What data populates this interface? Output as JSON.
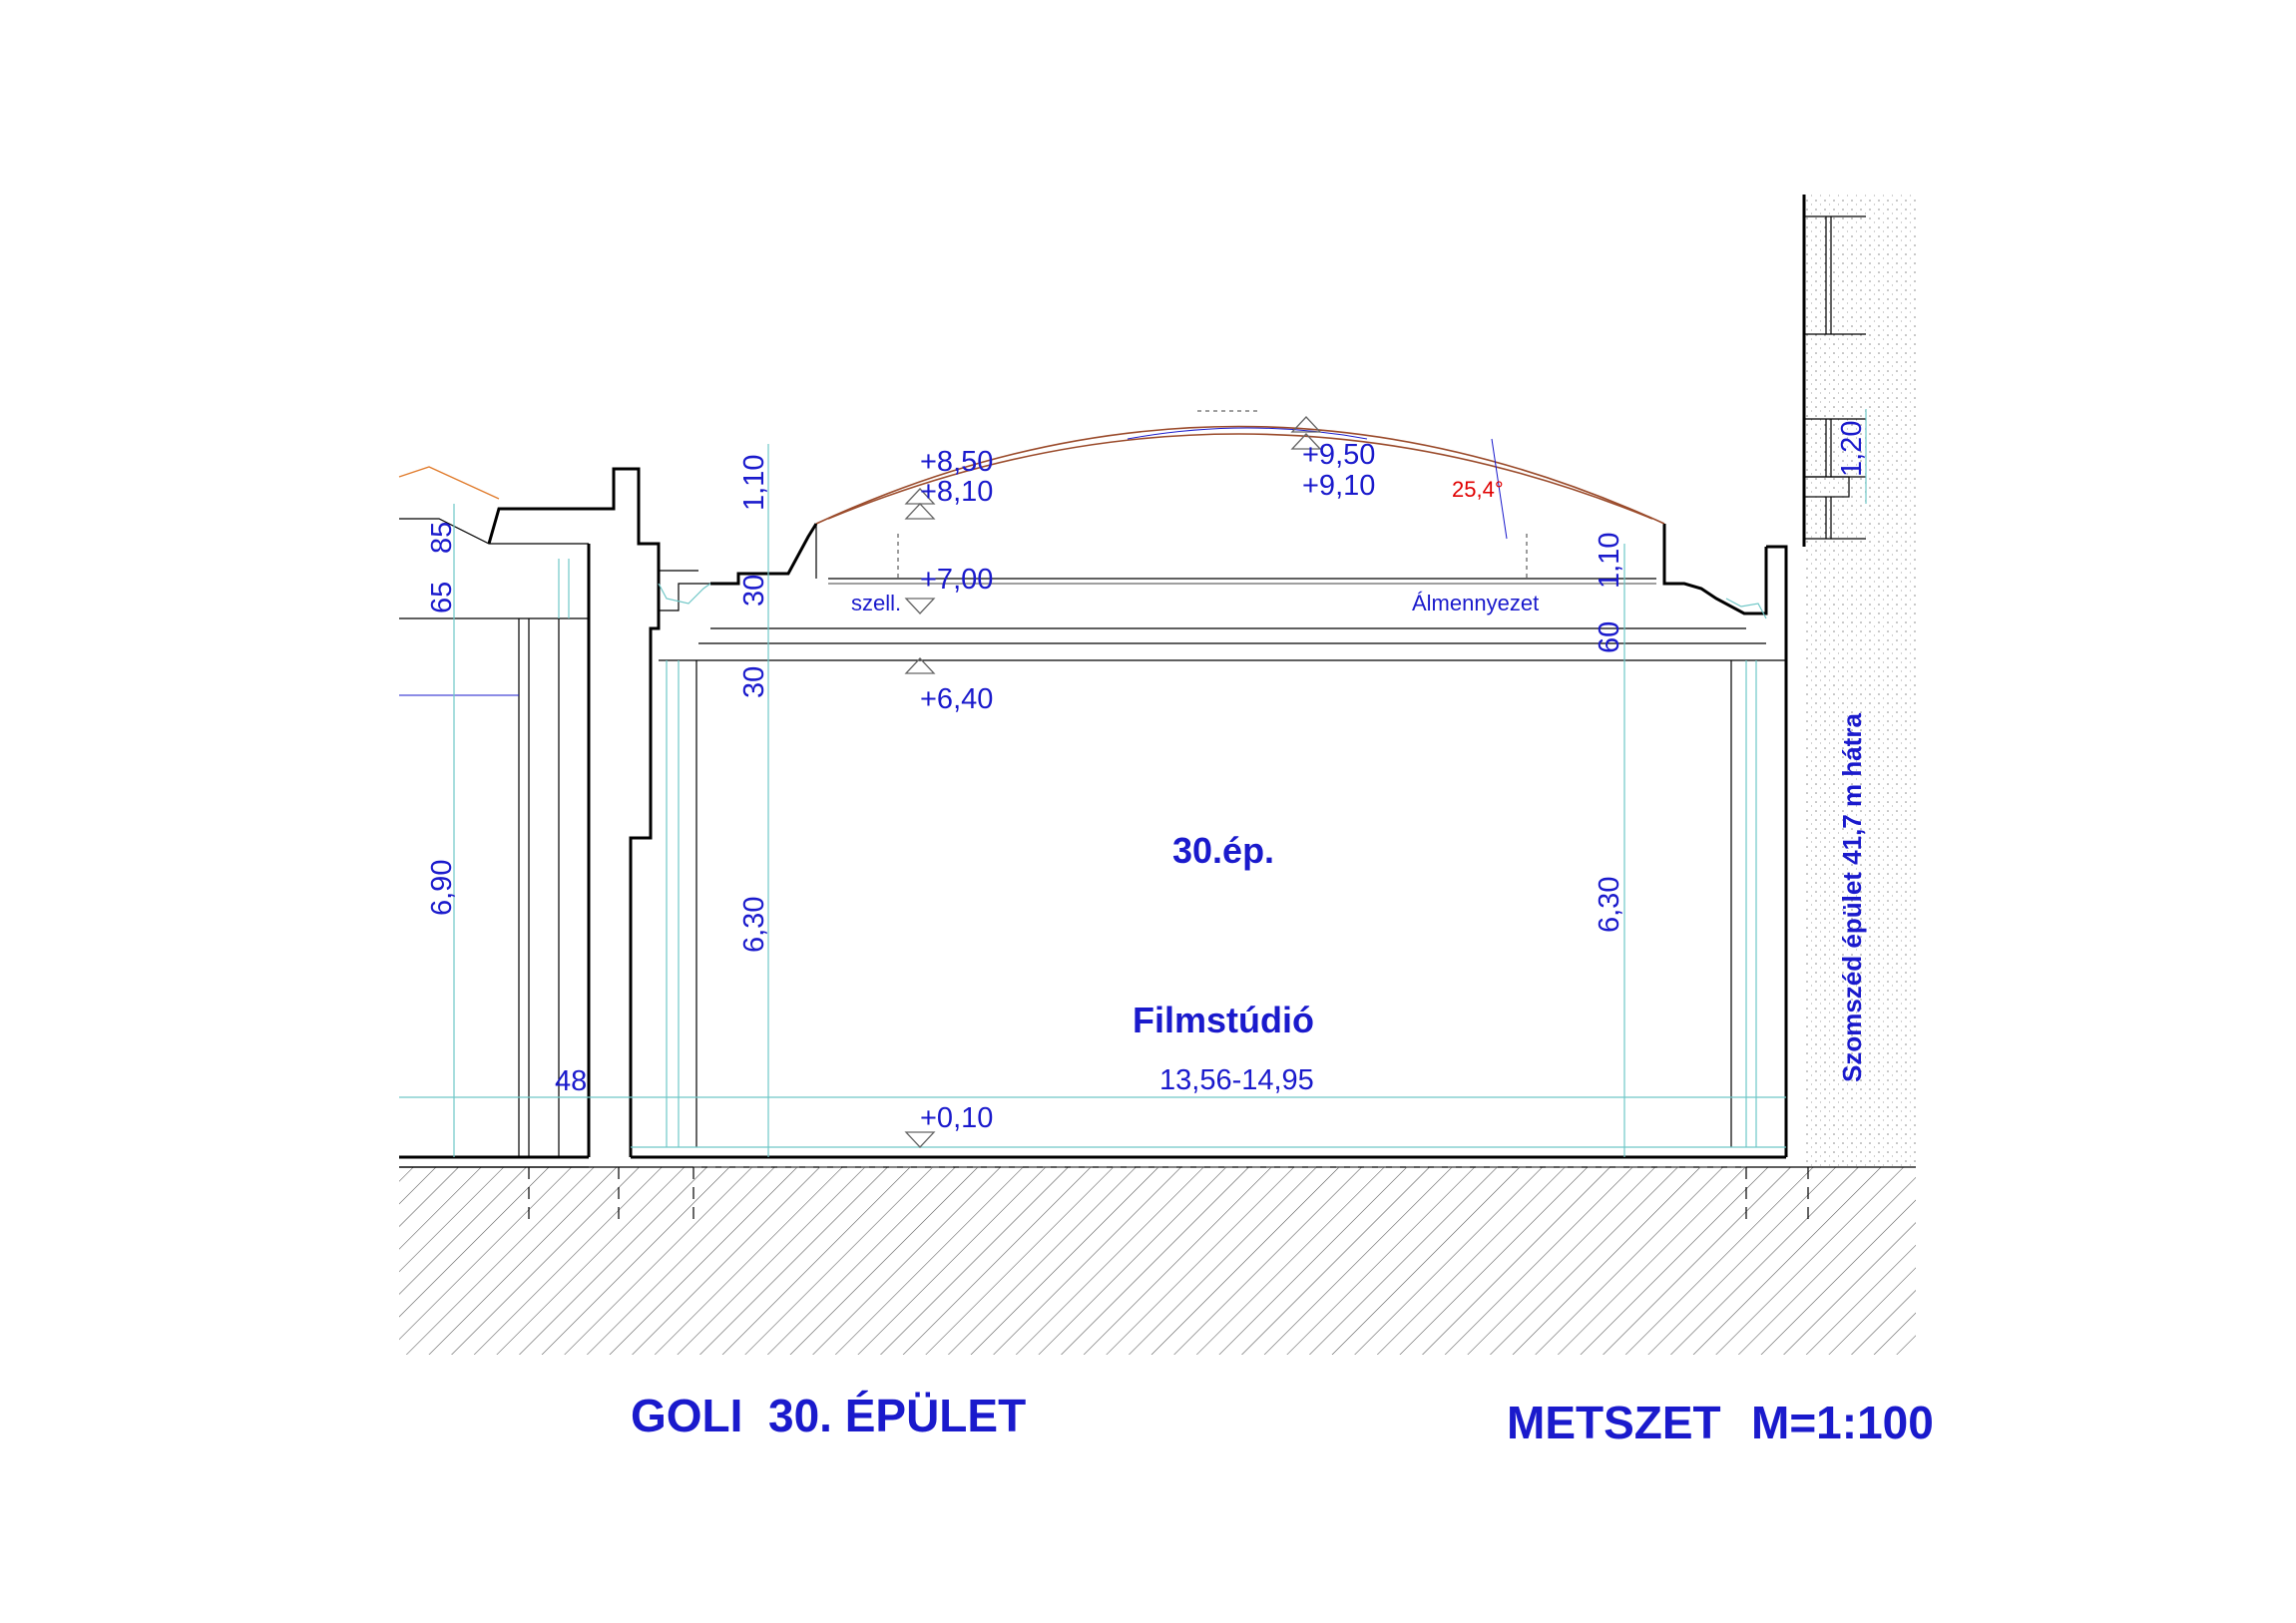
{
  "levels": {
    "top": "+9,50",
    "top_inner": "+9,10",
    "side_top": "+8,50",
    "side_inner": "+8,10",
    "suspended": "+7,00",
    "ceiling": "+6,40",
    "floor": "+0,10"
  },
  "dimensions": {
    "d110_left": "1,10",
    "d30_a": "30",
    "d30_b": "30",
    "d630_left": "6,30",
    "d110_right": "1,10",
    "d60": "60",
    "d630_right": "6,30",
    "d85": "85",
    "d65": "65",
    "d690": "6,90",
    "d48": "48",
    "d120": "1,20",
    "span": "13,56-14,95"
  },
  "angle": "25,4°",
  "labels": {
    "vent": "szell.",
    "suspended_ceiling": "Álmennyezet",
    "building_number": "30.ép.",
    "room_name": "Filmstúdió",
    "neighbor": "Szomszéd épület 41,7 m hátra"
  },
  "titles": {
    "project": "GOLI  30. ÉPÜLET",
    "section": "METSZET",
    "scale": "M=1:100"
  },
  "colors": {
    "annotation": "#1a1acc",
    "angle": "#e00000",
    "roof": "#9a4a2a",
    "insulation": "#6fc7c7"
  }
}
